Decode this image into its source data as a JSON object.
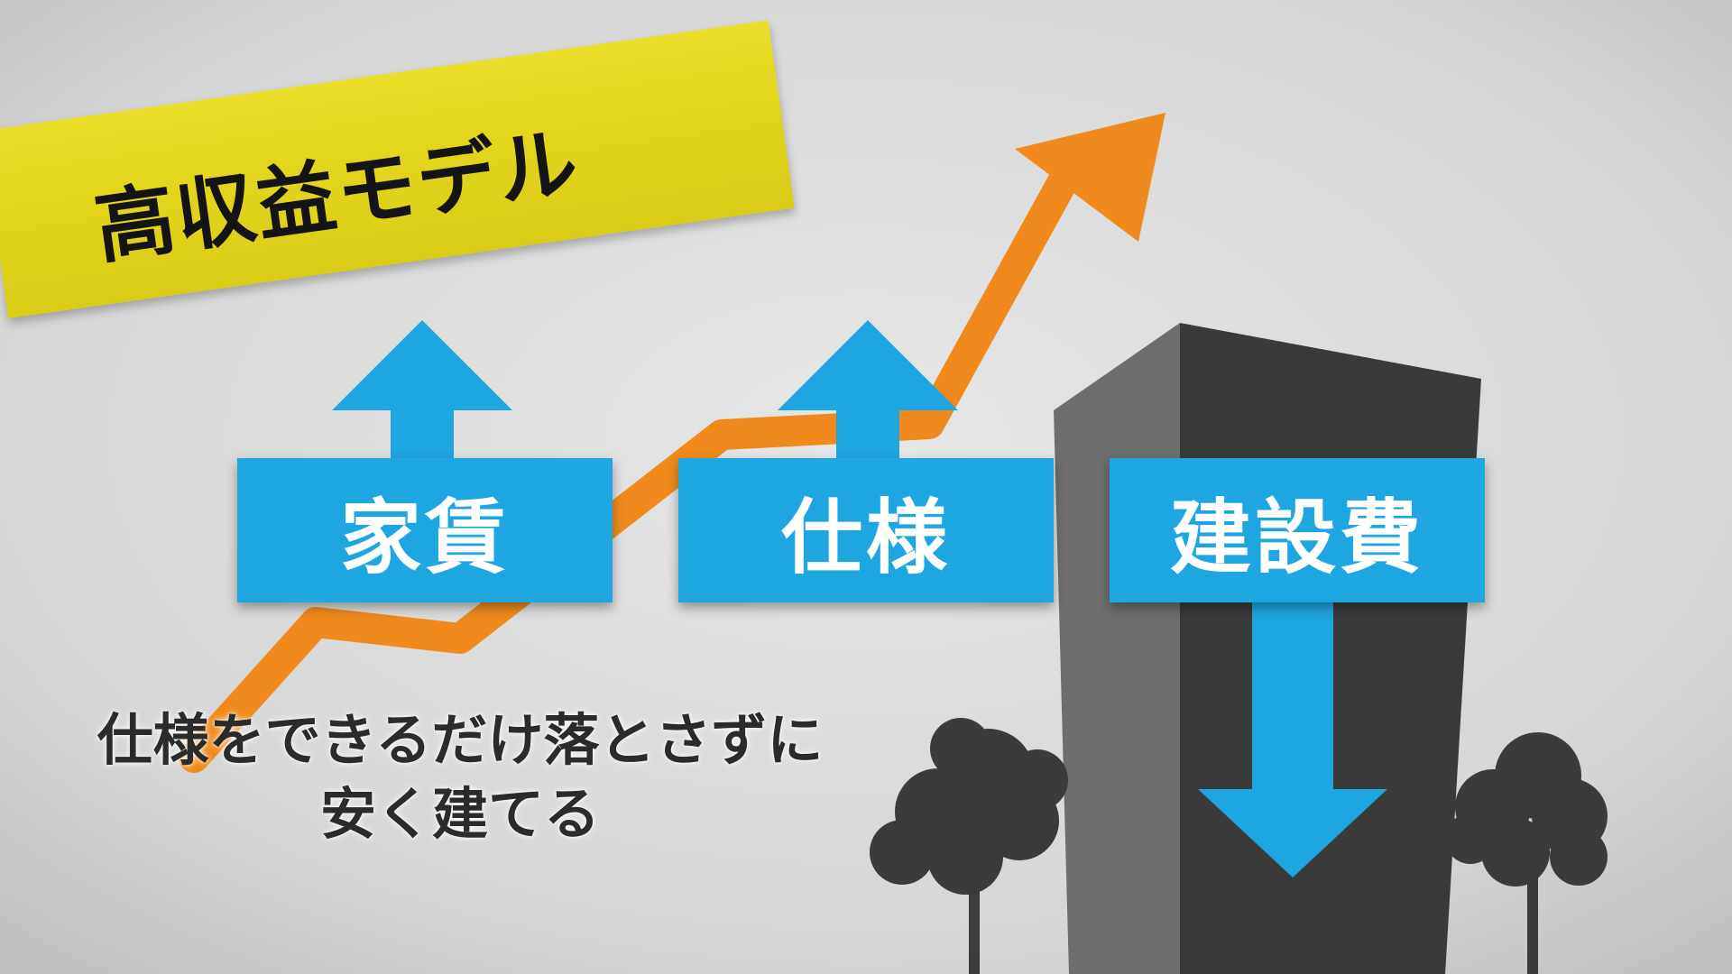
{
  "title": "高収益モデル",
  "labels": {
    "rent": "家賃",
    "spec": "仕様",
    "construction_cost": "建設費"
  },
  "caption": {
    "line1": "仕様をできるだけ落とさずに",
    "line2": "安く建てる"
  },
  "colors": {
    "background": "#dcdcdc",
    "tape": "#e2d51c",
    "label_box": "#1ea6e0",
    "arrow_blue": "#1ea6e0",
    "trend_orange": "#f08a1c",
    "building_dark": "#3a3a3a",
    "building_light": "#6a6a6a",
    "tree": "#3b3b3b"
  },
  "icons": {
    "rent_arrow": "arrow-up-icon",
    "spec_arrow": "arrow-up-icon",
    "cost_arrow": "arrow-down-icon",
    "trend": "trend-arrow-icon",
    "building": "building-icon",
    "trees": "tree-icon"
  }
}
